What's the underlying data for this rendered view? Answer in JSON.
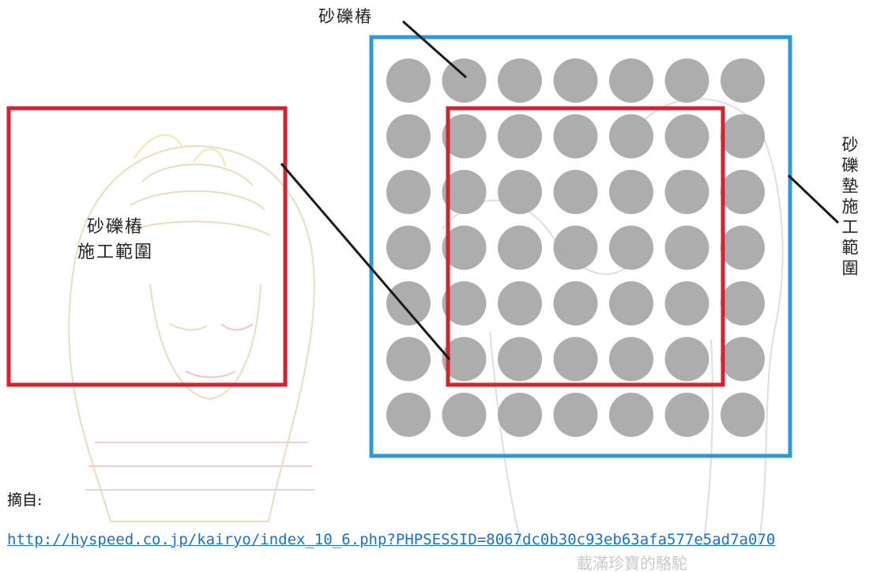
{
  "labels": {
    "gravel_pile": "砂礫樁",
    "gravel_pile_area": "砂礫樁\n施工範圍",
    "gravel_cushion_area": "砂礫墊施工範圍"
  },
  "grid": {
    "rows": 7,
    "cols": 7
  },
  "colors": {
    "pile": "#a6a6a6",
    "cushion_border": "#2d98da",
    "pile_area_border": "#d2232f",
    "leader_line": "#1a1a1a",
    "link": "#1a6fd1"
  },
  "source": {
    "label": "摘自:",
    "url": "http://hyspeed.co.jp/kairyo/index_10_6.php?PHPSESSID=8067dc0b30c93eb63afa577e5ad7a070"
  },
  "watermark": {
    "text": "載滿珍寶的駱駝"
  }
}
